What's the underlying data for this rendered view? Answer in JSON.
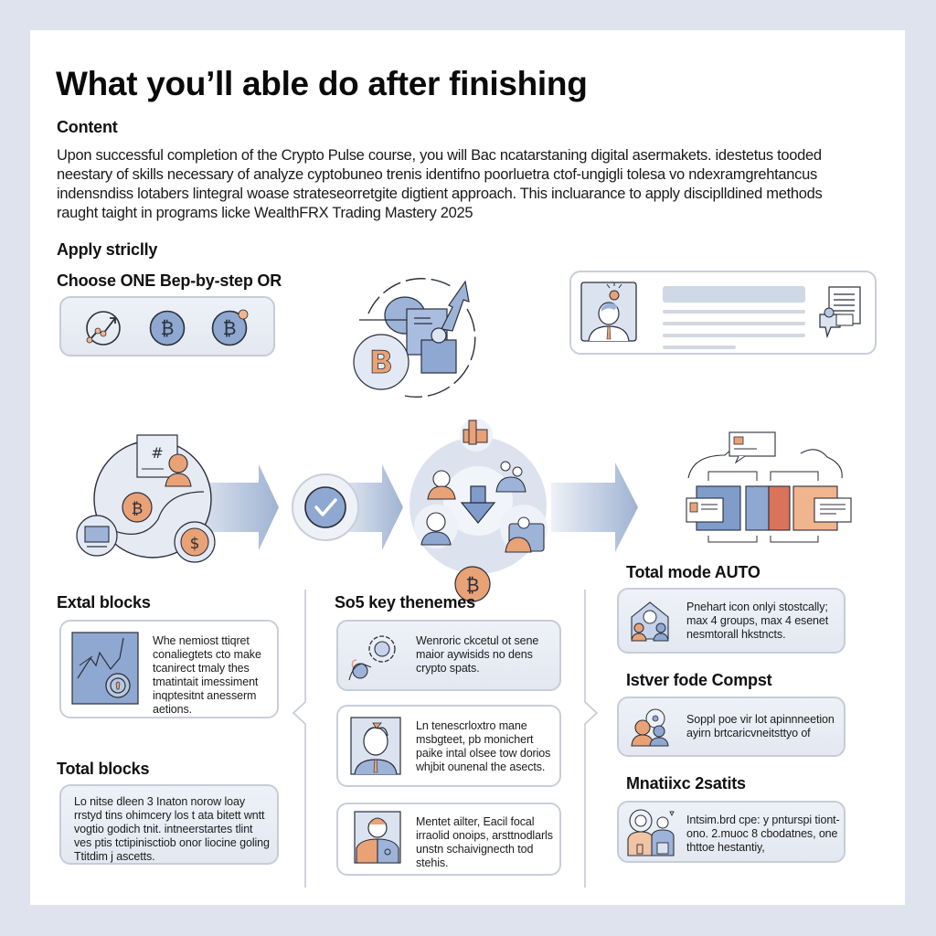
{
  "page": {
    "title": "What you’ll able do after finishing",
    "content_heading": "Content",
    "intro_lines": [
      "Upon successful completion of the Crypto Pulse course, you will Bac ncatarstaning digital asermakets. idestetus tooded",
      "neestary of skills necessary of analyze cyptobuneo trenis identifno poorluetra ctof-ungigli tolesa vo ndexramgrehtancus",
      "indensndiss lotabers lintegral woase strateseorretgite digtient approach. This incluarance to apply disciplldined methods",
      "raught taight in programs licke WealthFRX Trading Mastery 2025"
    ]
  },
  "apply_section": {
    "heading": "Apply striclly",
    "subheading": "Choose ONE Bep-by-step OR",
    "icons": [
      "trend-chart-icon",
      "bitcoin-icon",
      "bitcoin-notification-icon"
    ]
  },
  "top_illustrations": {
    "left": "bitcoin-growth-cycle-illustration",
    "right": "profile-idea-card-illustration"
  },
  "flow": {
    "steps": [
      "crypto-ecosystem-hub",
      "verification-check",
      "community-network-hub",
      "portfolio-blocks"
    ],
    "arrows": 3
  },
  "columns": [
    {
      "blocks": [
        {
          "heading": "Extal blocks",
          "icon": "chart-lightbulb-icon",
          "lines": [
            "Whe nemiost ttiqret",
            "conaliegtets cto make",
            "tcanirect tmaly thes",
            "tmatintait imessiment",
            "inqptesitnt anesserm",
            "aetions."
          ]
        },
        {
          "heading": "Total blocks",
          "icon": "",
          "lines": [
            "Lo nitse dleen 3 Inaton norow loay",
            "rrstyd tins ohimcery los t ata bitett wntt",
            "vogtio godich tnit. intneerstartes tlint",
            "ves ptis tctipinisctiob onor liocine goling",
            "Ttitdim j ascetts."
          ]
        }
      ]
    },
    {
      "heading": "So5 key thenemes",
      "blocks": [
        {
          "icon": "gear-hand-icon",
          "lines": [
            "Wenroric ckcetul ot sene",
            "maior aywisids no dens",
            "crypto spats."
          ]
        },
        {
          "icon": "person-portrait-icon",
          "lines": [
            "Ln tenescrloxtro mane",
            "msbgteet, pb monichert",
            "paike intal olsee tow dorios",
            "whjbit ounenal the asects."
          ]
        },
        {
          "icon": "person-card-icon",
          "lines": [
            "Mentet ailter, Eacil focal",
            "irraolid onoips, arsttnodlarls",
            "unstn schaivignecth tod",
            "stehis."
          ]
        }
      ]
    },
    {
      "blocks": [
        {
          "heading": "Total mode AUTO",
          "icon": "group-home-icon",
          "lines": [
            "Pnehart icon onlyi stostcally;",
            "max 4 groups, max 4 esenet",
            "nesmtorall hkstncts."
          ]
        },
        {
          "heading": "Istver fode Compst",
          "icon": "two-people-icon",
          "lines": [
            "Soppl poe vir lot apinnneetion",
            "ayirn brtcaricvneitsttyo of"
          ]
        },
        {
          "heading": "Mnatiixc 2satits",
          "icon": "advisor-icon",
          "lines": [
            "Intsim.brd cpe: y pnturspi tiont-",
            "ono. 2.muoc 8 cbodatnes, one",
            "thttoe hestantiy,"
          ]
        }
      ]
    }
  ],
  "colors": {
    "background": "#dfe3ee",
    "card": "#ffffff",
    "accent_blue": "#7f9ccb",
    "accent_orange": "#e9a276",
    "accent_red": "#d9735a",
    "panel_border": "#c9ced8",
    "panel_shade": "#e6eaf2"
  }
}
